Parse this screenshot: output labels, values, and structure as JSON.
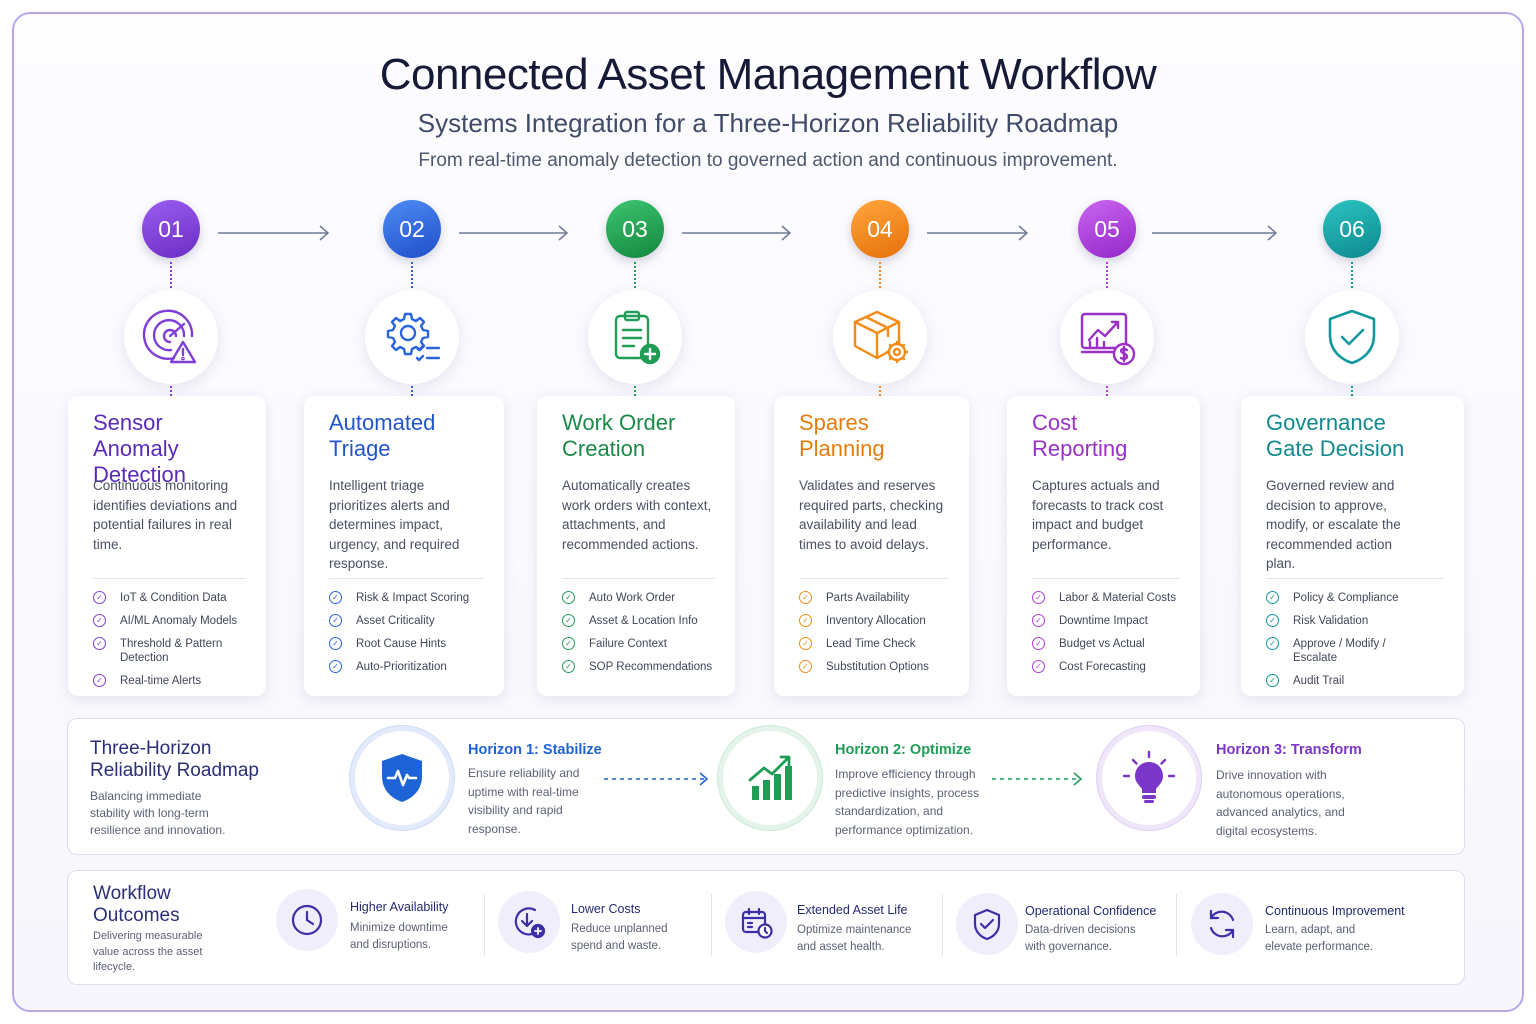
{
  "header": {
    "title": "Connected Asset Management Workflow",
    "subtitle": "Systems Integration for a Three-Horizon Reliability Roadmap",
    "tagline": "From real-time anomaly detection to governed action and continuous improvement."
  },
  "colors": {
    "s1": "#7f3fd6",
    "s2": "#2a63e0",
    "s3": "#1f9d55",
    "s4": "#f28c18",
    "s5": "#b03fd8",
    "s6": "#12999e",
    "navy": "#2a2f78"
  },
  "steps": [
    {
      "num": "01",
      "icon": "radar-alert-icon",
      "title_l1": "Sensor",
      "title_l2": "Anomaly Detection",
      "desc": "Continuous monitoring identifies deviations and potential failures in real time.",
      "items": [
        "IoT & Condition Data",
        "AI/ML Anomaly Models",
        "Threshold & Pattern Detection",
        "Real-time Alerts"
      ]
    },
    {
      "num": "02",
      "icon": "gear-checklist-icon",
      "title_l1": "Automated",
      "title_l2": "Triage",
      "desc": "Intelligent triage prioritizes alerts and determines impact, urgency, and required response.",
      "items": [
        "Risk & Impact Scoring",
        "Asset Criticality",
        "Root Cause Hints",
        "Auto-Prioritization"
      ]
    },
    {
      "num": "03",
      "icon": "clipboard-plus-icon",
      "title_l1": "Work Order",
      "title_l2": "Creation",
      "desc": "Automatically creates work orders with context, attachments, and recommended actions.",
      "items": [
        "Auto Work Order",
        "Asset & Location Info",
        "Failure Context",
        "SOP Recommendations"
      ]
    },
    {
      "num": "04",
      "icon": "box-gear-icon",
      "title_l1": "Spares",
      "title_l2": "Planning",
      "desc": "Validates and reserves required parts, checking availability and lead times to avoid delays.",
      "items": [
        "Parts Availability",
        "Inventory Allocation",
        "Lead Time Check",
        "Substitution Options"
      ]
    },
    {
      "num": "05",
      "icon": "chart-dollar-icon",
      "title_l1": "Cost",
      "title_l2": "Reporting",
      "desc": "Captures actuals and forecasts to track cost impact and budget performance.",
      "items": [
        "Labor & Material Costs",
        "Downtime Impact",
        "Budget vs Actual",
        "Cost Forecasting"
      ]
    },
    {
      "num": "06",
      "icon": "shield-check-icon",
      "title_l1": "Governance",
      "title_l2": "Gate Decision",
      "desc": "Governed review and decision to approve, modify, or escalate the recommended action plan.",
      "items": [
        "Policy & Compliance",
        "Risk Validation",
        "Approve / Modify / Escalate",
        "Audit Trail"
      ]
    }
  ],
  "roadmap": {
    "title_l1": "Three-Horizon",
    "title_l2": "Reliability Roadmap",
    "desc": "Balancing immediate stability with long-term resilience and innovation.",
    "horizons": [
      {
        "title": "Horizon 1: Stabilize",
        "desc": "Ensure reliability and uptime with real-time visibility and rapid response.",
        "icon": "shield-pulse-icon",
        "color": "#1e64d6"
      },
      {
        "title": "Horizon 2: Optimize",
        "desc": "Improve efficiency through predictive insights, process standardization, and performance optimization.",
        "icon": "growth-chart-icon",
        "color": "#1f9d55"
      },
      {
        "title": "Horizon 3: Transform",
        "desc": "Drive innovation with autonomous operations, advanced analytics, and digital ecosystems.",
        "icon": "lightbulb-icon",
        "color": "#7a35c9"
      }
    ]
  },
  "outcomes": {
    "title_l1": "Workflow",
    "title_l2": "Outcomes",
    "desc": "Delivering measurable value across the asset lifecycle.",
    "items": [
      {
        "title": "Higher Availability",
        "desc": "Minimize downtime and disruptions.",
        "icon": "clock-icon"
      },
      {
        "title": "Lower Costs",
        "desc": "Reduce unplanned spend and waste.",
        "icon": "download-plus-icon"
      },
      {
        "title": "Extended Asset Life",
        "desc": "Optimize maintenance and asset health.",
        "icon": "calendar-clock-icon"
      },
      {
        "title": "Operational Confidence",
        "desc": "Data-driven decisions with governance.",
        "icon": "shield-check-icon"
      },
      {
        "title": "Continuous Improvement",
        "desc": "Learn, adapt, and elevate performance.",
        "icon": "refresh-icon"
      }
    ]
  }
}
